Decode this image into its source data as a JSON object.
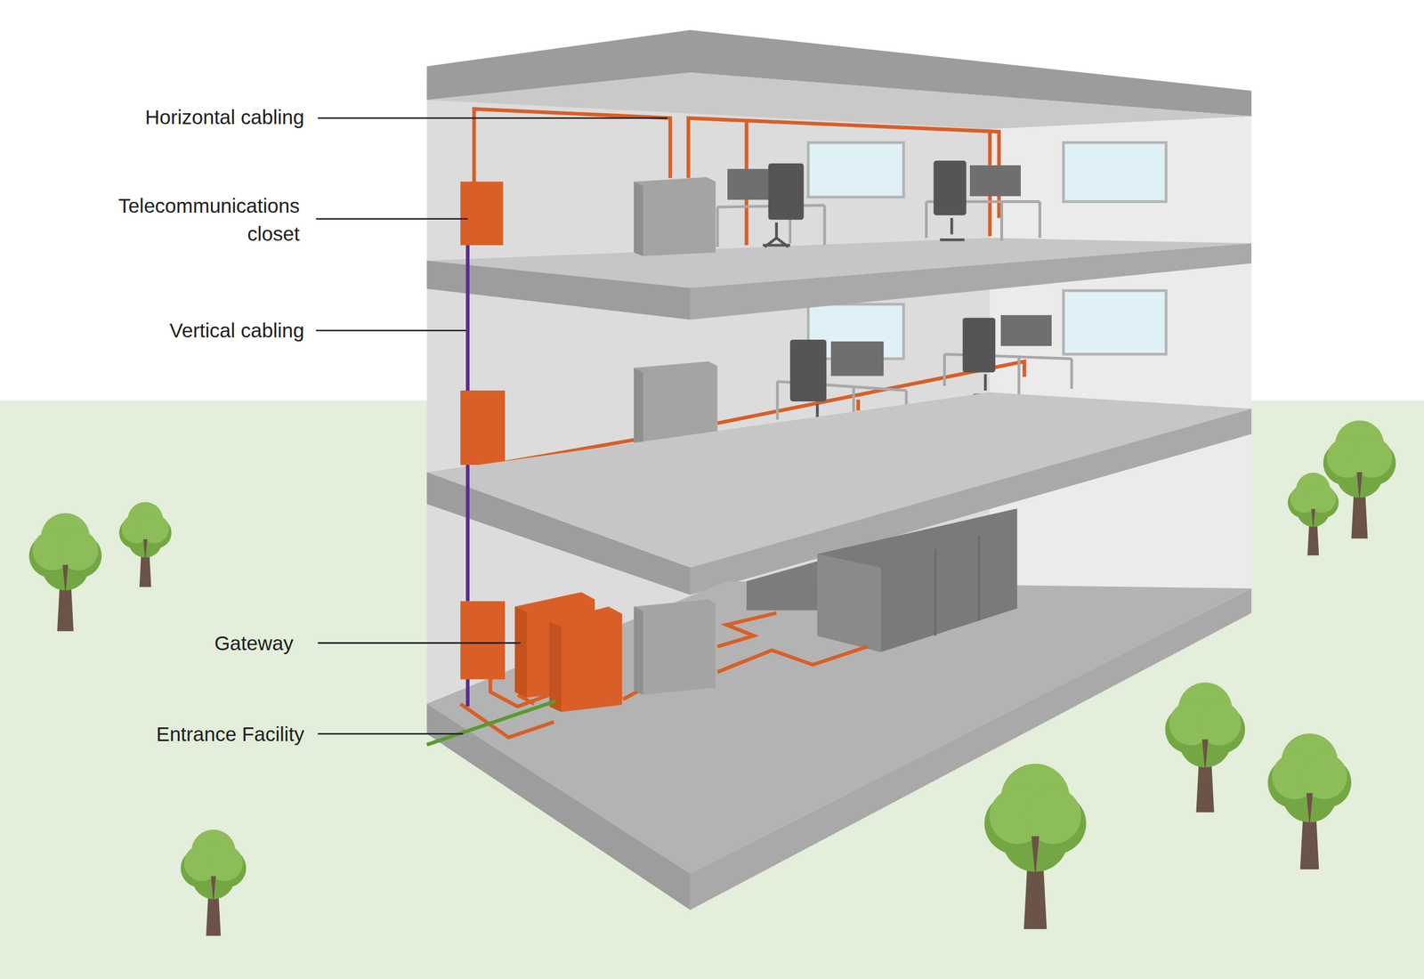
{
  "diagram": {
    "labels": [
      "Horizontal cabling",
      "Telecommunications closet",
      "Vertical cabling",
      "Gateway",
      "Entrance Facility"
    ]
  }
}
